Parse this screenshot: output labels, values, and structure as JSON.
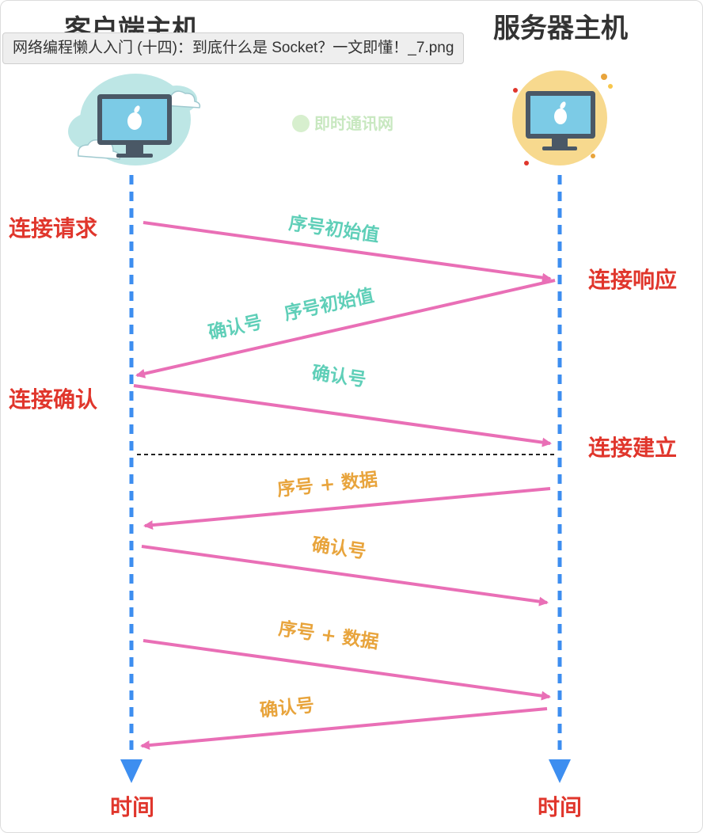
{
  "window": {
    "tooltip_title": "网络编程懒人入门 (十四)：到底什么是 Socket？一文即懂！_7.png"
  },
  "hosts": {
    "client": {
      "title": "客户端主机",
      "time_label": "时间"
    },
    "server": {
      "title": "服务器主机",
      "time_label": "时间"
    }
  },
  "watermark": {
    "text": "即时通讯网"
  },
  "states": {
    "connect_request": "连接请求",
    "connect_response": "连接响应",
    "connect_confirm": "连接确认",
    "connect_established": "连接建立"
  },
  "messages": {
    "syn": "序号初始值",
    "synack_ack": "确认号",
    "synack_seq": "序号初始值",
    "ack": "确认号",
    "data1": "序号 + 数据",
    "ack1": "确认号",
    "data2": "序号 + 数据",
    "ack2": "确认号"
  },
  "colors": {
    "lifeline": "#3d8ef0",
    "arrow": "#e96fb6",
    "state_text": "#e0362c",
    "handshake_text": "#5fcfb8",
    "data_text": "#e8a43c",
    "client_cloud": "#bde6e5",
    "server_circle": "#f7d98e",
    "monitor_screen": "#7ccbe6"
  }
}
